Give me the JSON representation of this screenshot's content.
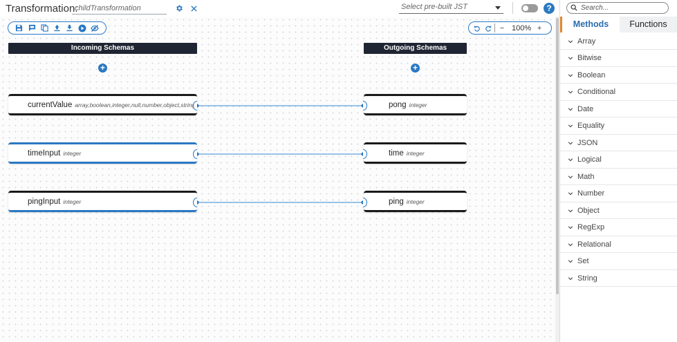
{
  "header": {
    "title": "Transformation:",
    "name_value": "childTransformation",
    "jst_placeholder": "Select pre-built JST",
    "help_label": "?"
  },
  "toolbar": {
    "buttons": [
      "save-icon",
      "comment-icon",
      "copy-icon",
      "upload-icon",
      "download-icon",
      "play-icon",
      "hide-icon"
    ]
  },
  "zoom": {
    "level": "100%",
    "minus": "−",
    "plus": "+"
  },
  "incoming": {
    "title": "Incoming Schemas",
    "add_label": "+",
    "items": [
      {
        "name": "currentValue",
        "type": "array,boolean,integer,null,number,object,string"
      },
      {
        "name": "timeInput",
        "type": "integer"
      },
      {
        "name": "pingInput",
        "type": "integer"
      }
    ]
  },
  "outgoing": {
    "title": "Outgoing Schemas",
    "add_label": "+",
    "items": [
      {
        "name": "pong",
        "type": "integer"
      },
      {
        "name": "time",
        "type": "integer"
      },
      {
        "name": "ping",
        "type": "integer"
      }
    ]
  },
  "panel": {
    "search_placeholder": "Search...",
    "tabs": [
      {
        "label": "Methods"
      },
      {
        "label": "Functions"
      }
    ],
    "methods": [
      "Array",
      "Bitwise",
      "Boolean",
      "Conditional",
      "Date",
      "Equality",
      "JSON",
      "Logical",
      "Math",
      "Number",
      "Object",
      "RegExp",
      "Relational",
      "Set",
      "String"
    ]
  },
  "colors": {
    "accent": "#2a78c2",
    "header_dark": "#1f2532",
    "tab_indicator": "#e28a2c"
  }
}
